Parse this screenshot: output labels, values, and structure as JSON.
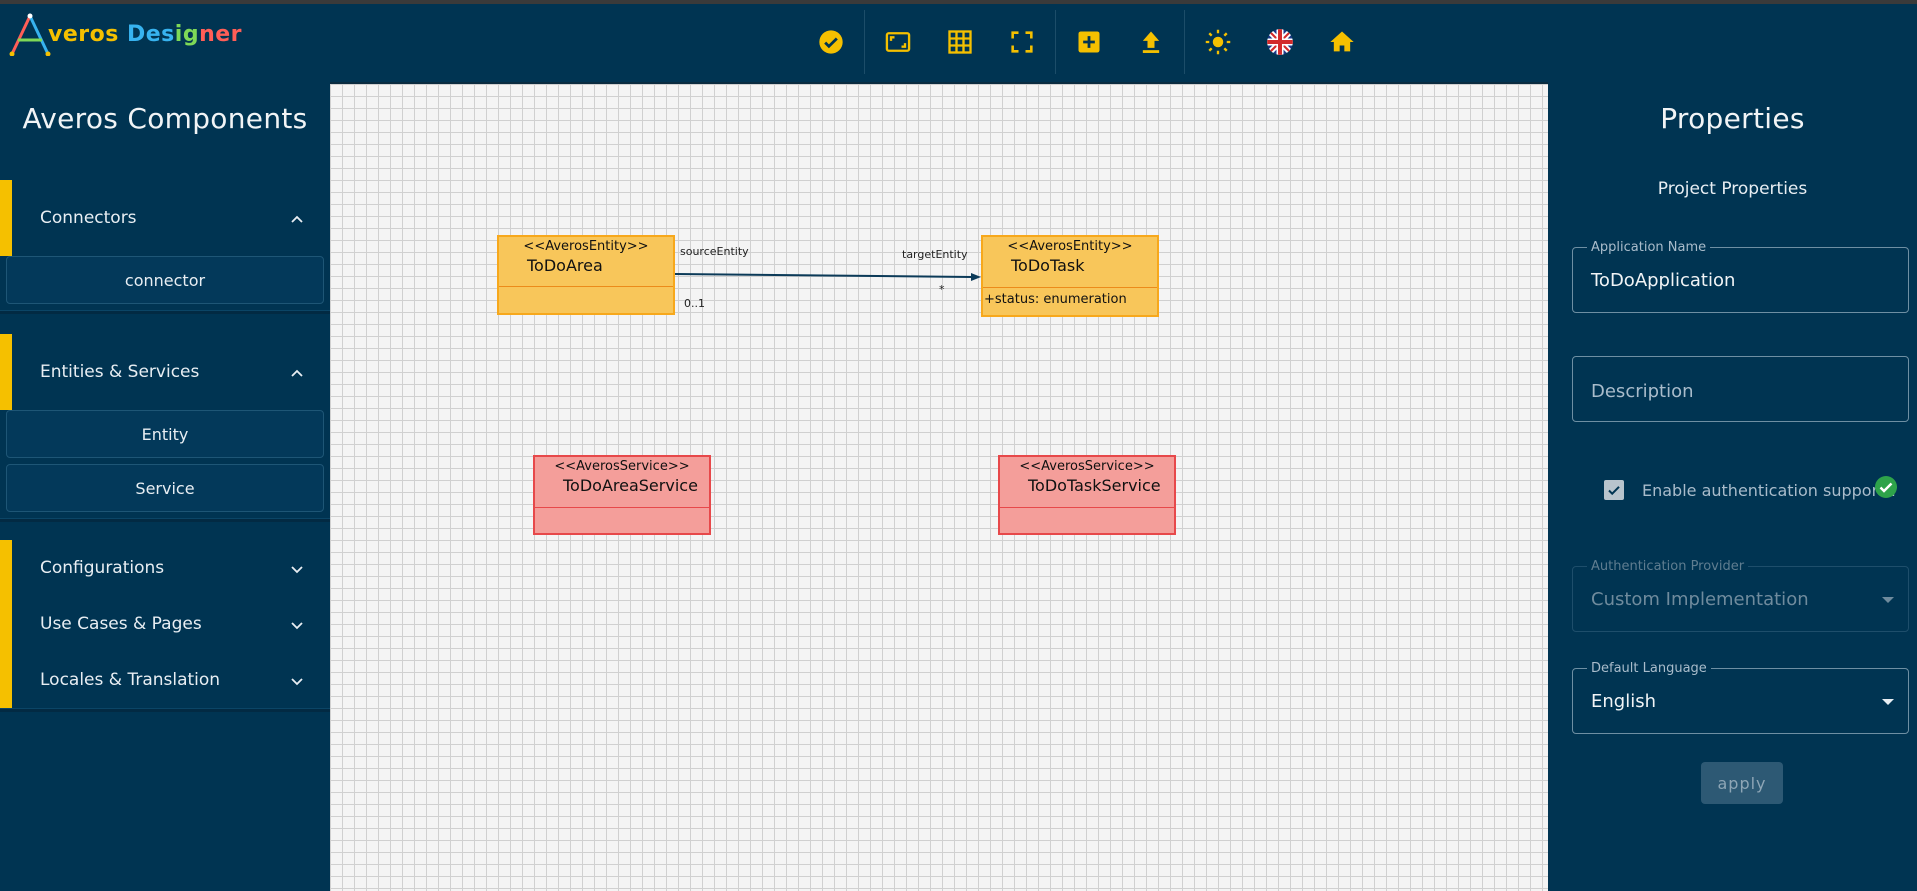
{
  "header": {
    "logo_a": "A",
    "logo_parts": [
      {
        "text": "veros",
        "color": "#f5c000"
      },
      {
        "text": " ",
        "color": "#ffffff"
      },
      {
        "text": "Des",
        "color": "#37b3f0"
      },
      {
        "text": "ig",
        "color": "#7ed957"
      },
      {
        "text": "ner",
        "color": "#ff5e57"
      }
    ],
    "toolbar_icons": [
      "check-circle-icon",
      "aspect-ratio-icon",
      "grid-icon",
      "fullscreen-icon",
      "add-box-icon",
      "upload-icon",
      "brightness-icon",
      "uk-flag-icon",
      "home-icon"
    ],
    "icon_color": "#f5c000"
  },
  "left_panel": {
    "title": "Averos Components",
    "sections": [
      {
        "label": "Connectors",
        "expanded": true,
        "items": [
          "connector"
        ]
      },
      {
        "label": "Entities & Services",
        "expanded": true,
        "items": [
          "Entity",
          "Service"
        ]
      },
      {
        "label": "Configurations",
        "expanded": false,
        "items": []
      },
      {
        "label": "Use Cases & Pages",
        "expanded": false,
        "items": []
      },
      {
        "label": "Locales & Translation",
        "expanded": false,
        "items": []
      }
    ]
  },
  "canvas": {
    "nodes": [
      {
        "id": "todoarea",
        "kind": "entity",
        "stereotype": "<<AverosEntity>>",
        "name": "ToDoArea",
        "attribute": ""
      },
      {
        "id": "todotask",
        "kind": "entity",
        "stereotype": "<<AverosEntity>>",
        "name": "ToDoTask",
        "attribute": "+status: enumeration"
      },
      {
        "id": "todoareaservice",
        "kind": "service",
        "stereotype": "<<AverosService>>",
        "name": "ToDoAreaService",
        "attribute": ""
      },
      {
        "id": "todotaskservice",
        "kind": "service",
        "stereotype": "<<AverosService>>",
        "name": "ToDoTaskService",
        "attribute": ""
      }
    ],
    "connector": {
      "source_label": "sourceEntity",
      "target_label": "targetEntity",
      "source_multiplicity": "0..1",
      "target_multiplicity": "*"
    }
  },
  "right_panel": {
    "title": "Properties",
    "subtitle": "Project Properties",
    "application_name_label": "Application Name",
    "application_name_value": "ToDoApplication",
    "description_placeholder": "Description",
    "auth_checkbox_label": "Enable authentication support ?",
    "auth_checked": true,
    "auth_provider_label": "Authentication Provider",
    "auth_provider_value": "Custom Implementation",
    "default_language_label": "Default Language",
    "default_language_value": "English",
    "apply_label": "apply"
  }
}
